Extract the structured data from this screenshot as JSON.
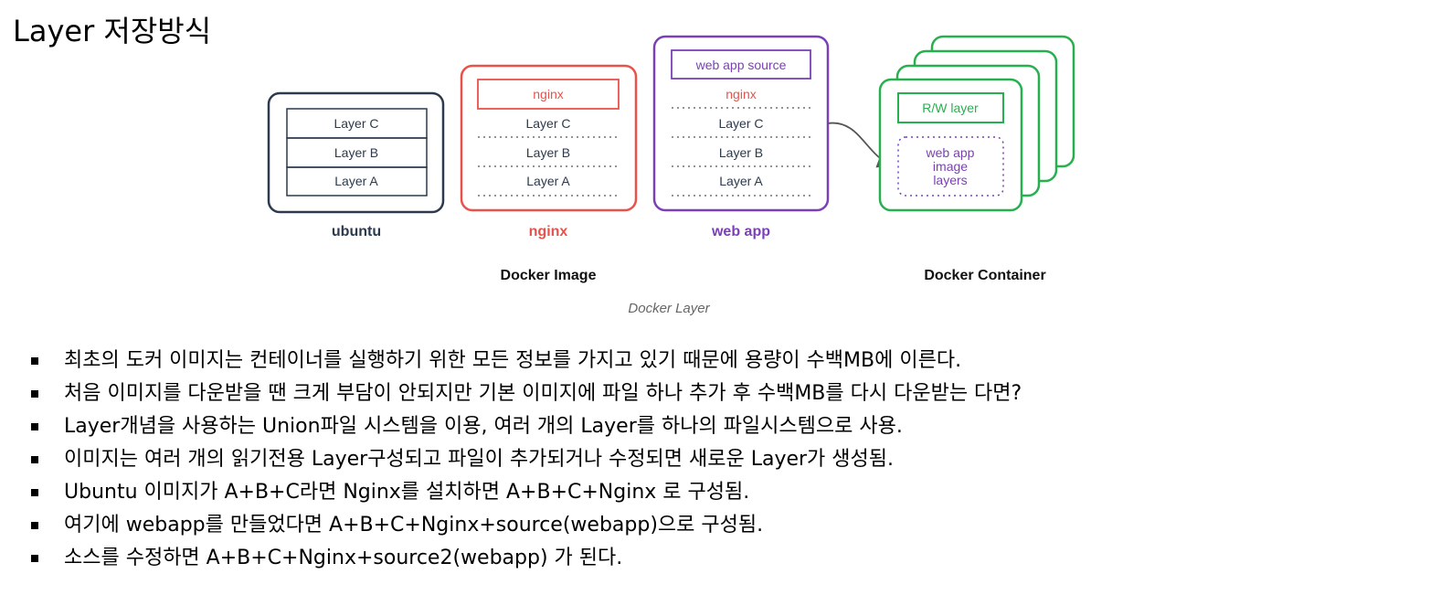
{
  "title": "Layer 저장방식",
  "diagram": {
    "caption": "Docker Layer",
    "image_group_label": "Docker Image",
    "container_group_label": "Docker Container",
    "colors": {
      "ubuntu": "#2c3a4d",
      "nginx": "#e9524a",
      "webapp": "#7b3fb8",
      "container": "#27b04f"
    },
    "ubuntu": {
      "name": "ubuntu",
      "layers": [
        "Layer C",
        "Layer B",
        "Layer A"
      ]
    },
    "nginx": {
      "name": "nginx",
      "top_layer": "nginx",
      "layers": [
        "Layer C",
        "Layer B",
        "Layer A"
      ]
    },
    "webapp": {
      "name": "web app",
      "top_layer": "web app source",
      "layers": [
        "nginx",
        "Layer C",
        "Layer B",
        "Layer A"
      ]
    },
    "container": {
      "rw_layer": "R/W layer",
      "image_layers_lines": [
        "web app",
        "image",
        "layers"
      ]
    }
  },
  "bullets": [
    "최초의 도커 이미지는 컨테이너를 실행하기 위한 모든 정보를 가지고 있기 때문에 용량이 수백MB에 이른다.",
    "처음 이미지를 다운받을 땐 크게 부담이 안되지만 기본 이미지에 파일 하나 추가 후 수백MB를 다시 다운받는 다면?",
    "Layer개념을 사용하는 Union파일 시스템을 이용, 여러 개의 Layer를 하나의 파일시스템으로 사용.",
    "이미지는 여러 개의 읽기전용 Layer구성되고 파일이 추가되거나 수정되면 새로운 Layer가 생성됨.",
    "Ubuntu 이미지가 A+B+C라면 Nginx를 설치하면 A+B+C+Nginx 로 구성됨.",
    "여기에 webapp를 만들었다면 A+B+C+Nginx+source(webapp)으로 구성됨.",
    "소스를 수정하면 A+B+C+Nginx+source2(webapp) 가 된다."
  ]
}
